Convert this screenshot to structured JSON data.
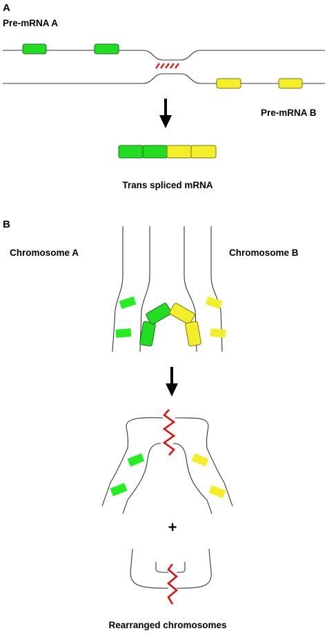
{
  "panel_a": {
    "letter": "A",
    "pre_mrna_a": "Pre-mRNA A",
    "pre_mrna_b": "Pre-mRNA B",
    "product": "Trans spliced mRNA"
  },
  "panel_b": {
    "letter": "B",
    "chromosome_a": "Chromosome A",
    "chromosome_b": "Chromosome B",
    "plus": "+",
    "product": "Rearranged chromosomes"
  },
  "colors": {
    "green_exon": "#22dd22",
    "yellow_exon": "#f2ef2a",
    "break_red": "#e01010"
  }
}
